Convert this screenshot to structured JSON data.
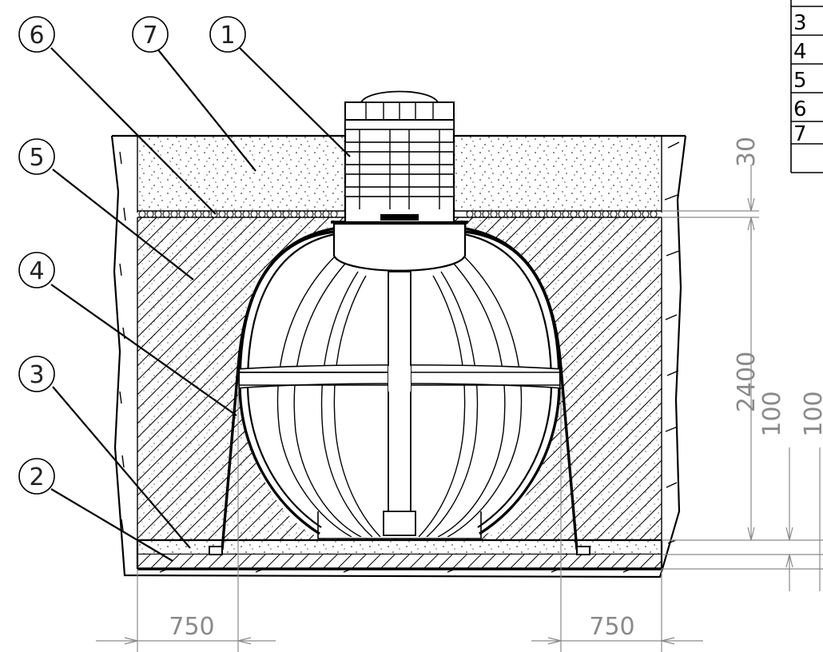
{
  "callouts": [
    {
      "id": "6",
      "label": "6"
    },
    {
      "id": "7",
      "label": "7"
    },
    {
      "id": "1",
      "label": "1"
    },
    {
      "id": "5",
      "label": "5"
    },
    {
      "id": "4",
      "label": "4"
    },
    {
      "id": "3",
      "label": "3"
    },
    {
      "id": "2",
      "label": "2"
    }
  ],
  "dimensions": {
    "top_layer": "30",
    "tank_height": "2400",
    "bedding_a": "100",
    "bedding_b": "100",
    "left_clearance": "750",
    "right_clearance": "750"
  },
  "legend_table": {
    "rows": [
      "3",
      "4",
      "5",
      "6",
      "7"
    ]
  }
}
